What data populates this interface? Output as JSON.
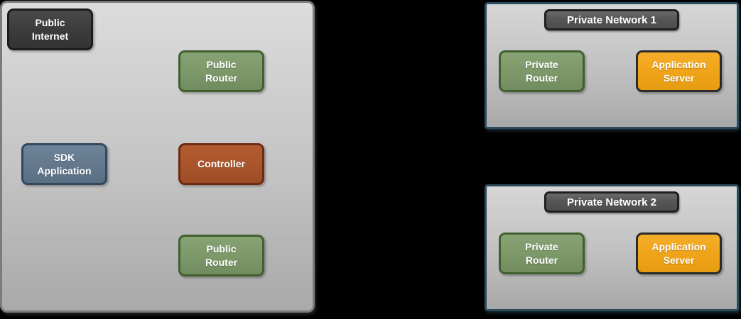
{
  "background_color": "#000000",
  "colors": {
    "public_zone_fill_top": "#dcdcdc",
    "public_zone_fill_bottom": "#a9a9a9",
    "public_zone_border": "#7b7b7b",
    "private_zone_border": "#2d4b5f",
    "title_pill_fill": "#585858",
    "title_pill_border": "#1f1f1f",
    "node_dark_fill": "#3e3e3e",
    "node_green_fill": "#7d996a",
    "node_green_border": "#42602f",
    "node_slate_fill": "#64798e",
    "node_slate_border": "#32485e",
    "node_rust_fill": "#aa552c",
    "node_rust_border": "#6e2b12",
    "node_orange_fill": "#f0a419",
    "node_orange_border": "#2b2b2b",
    "label_text": "#ffffff"
  },
  "zones": {
    "public": {
      "nodes": {
        "public_internet": {
          "label": "Public\nInternet"
        },
        "public_router_top": {
          "label": "Public\nRouter"
        },
        "sdk_application": {
          "label": "SDK\nApplication"
        },
        "controller": {
          "label": "Controller"
        },
        "public_router_bottom": {
          "label": "Public\nRouter"
        }
      }
    },
    "private_network_1": {
      "title": "Private Network 1",
      "nodes": {
        "private_router": {
          "label": "Private\nRouter"
        },
        "application_server": {
          "label": "Application\nServer"
        }
      }
    },
    "private_network_2": {
      "title": "Private Network 2",
      "nodes": {
        "private_router": {
          "label": "Private\nRouter"
        },
        "application_server": {
          "label": "Application\nServer"
        }
      }
    }
  }
}
